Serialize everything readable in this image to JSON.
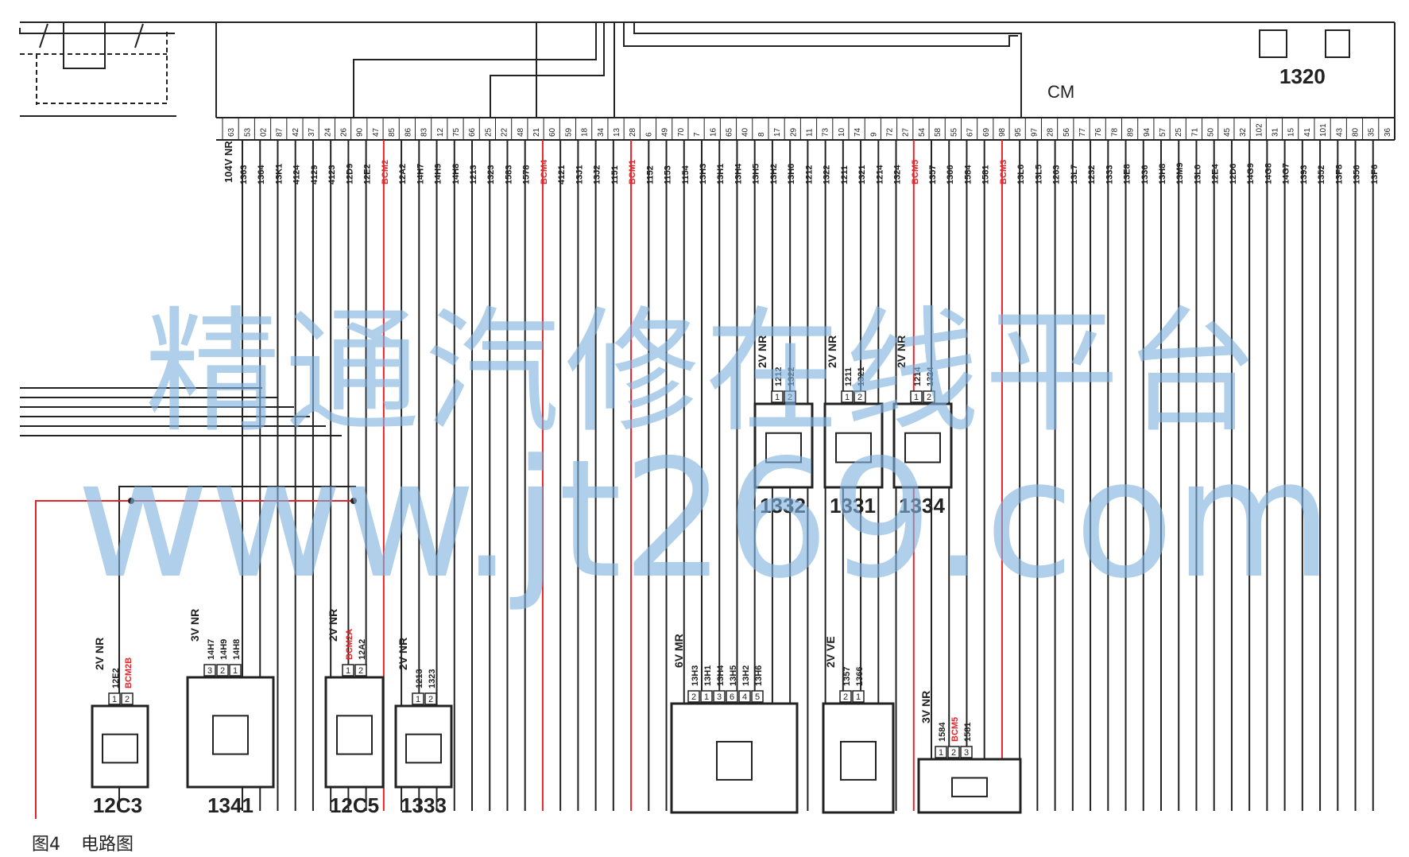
{
  "caption": {
    "figure": "图4",
    "title": "电路图"
  },
  "watermark": {
    "line1": "精通汽修在线平台",
    "line2": "www.jt269.com"
  },
  "connector_cm": "CM",
  "ecu_id": "1320",
  "header": {
    "pin_nums": [
      "63",
      "53",
      "02",
      "87",
      "42",
      "37",
      "24",
      "26",
      "90",
      "47",
      "85",
      "86",
      "83",
      "12",
      "75",
      "66",
      "25",
      "22",
      "48",
      "21",
      "60",
      "59",
      "18",
      "34",
      "13",
      "28",
      "6",
      "49",
      "70",
      "7",
      "16",
      "65",
      "40",
      "8",
      "17",
      "29",
      "11",
      "73",
      "10",
      "74",
      "9",
      "72",
      "27",
      "54",
      "58",
      "55",
      "67",
      "69",
      "98",
      "95",
      "97",
      "28",
      "56",
      "77",
      "76",
      "78",
      "89",
      "94",
      "57",
      "25",
      "71",
      "50",
      "45",
      "32",
      "102",
      "31",
      "15",
      "41",
      "101",
      "43",
      "80",
      "35",
      "36"
    ],
    "first_label": "104V NR",
    "wire_labels": [
      "1363",
      "1364",
      "13K1",
      "4124",
      "4129",
      "4123",
      "12D9",
      "12E2",
      "BCM2",
      "12A2",
      "14H7",
      "14H9",
      "14H8",
      "1213",
      "1323",
      "1583",
      "1578",
      "BCM4",
      "4121",
      "13J1",
      "13J2",
      "1151",
      "BCM1",
      "1152",
      "1153",
      "1154",
      "13H3",
      "13H1",
      "13H4",
      "13H5",
      "13H2",
      "13H6",
      "1212",
      "1322",
      "1211",
      "1321",
      "1214",
      "1324",
      "BCM5",
      "1357",
      "1366",
      "1584",
      "1581",
      "BCM3",
      "13L6",
      "13L5",
      "1263",
      "13L7",
      "1232",
      "1333",
      "13E8",
      "1336",
      "13H8",
      "13M9",
      "13L0",
      "12E4",
      "12D6",
      "14G9",
      "14G8",
      "14G7",
      "1393",
      "1352",
      "13F8",
      "1356",
      "13F6"
    ]
  },
  "components": [
    {
      "id": "12C3",
      "connector": "2V NR",
      "wires": [
        "12E2",
        "BCM2B"
      ],
      "pins": [
        "1",
        "2"
      ]
    },
    {
      "id": "1341",
      "connector": "3V NR",
      "wires": [
        "14H7",
        "14H9",
        "14H8"
      ],
      "pins": [
        "3",
        "2",
        "1"
      ]
    },
    {
      "id": "12C5",
      "connector": "2V NR",
      "wires": [
        "BCM2A",
        "12A2"
      ],
      "pins": [
        "1",
        "2"
      ]
    },
    {
      "id": "1333",
      "connector": "2V NR",
      "wires": [
        "1213",
        "1323"
      ],
      "pins": [
        "1",
        "2"
      ]
    },
    {
      "id": "6V MR",
      "connector": "6V MR",
      "wires": [
        "13H3",
        "13H1",
        "13H4",
        "13H5",
        "13H2",
        "13H6"
      ],
      "pins": [
        "2",
        "1",
        "3",
        "6",
        "4",
        "5"
      ]
    },
    {
      "id": "2V VE",
      "connector": "2V VE",
      "wires": [
        "1357",
        "1366"
      ],
      "pins": [
        "2",
        "1"
      ]
    },
    {
      "id": "3V NR",
      "connector": "3V NR",
      "wires": [
        "1584",
        "BCM5",
        "1581"
      ],
      "pins": [
        "1",
        "2",
        "3"
      ]
    },
    {
      "id": "1332",
      "connector": "2V NR",
      "wires": [
        "1212",
        "1322"
      ],
      "pins": [
        "1",
        "2"
      ]
    },
    {
      "id": "1331",
      "connector": "2V NR",
      "wires": [
        "1211",
        "1321"
      ],
      "pins": [
        "1",
        "2"
      ]
    },
    {
      "id": "1334",
      "connector": "2V NR",
      "wires": [
        "1214",
        "1324"
      ],
      "pins": [
        "1",
        "2"
      ]
    }
  ],
  "colors": {
    "red_wire": "#e0262b",
    "wire": "#222222",
    "watermark": "#7fb2e0"
  }
}
